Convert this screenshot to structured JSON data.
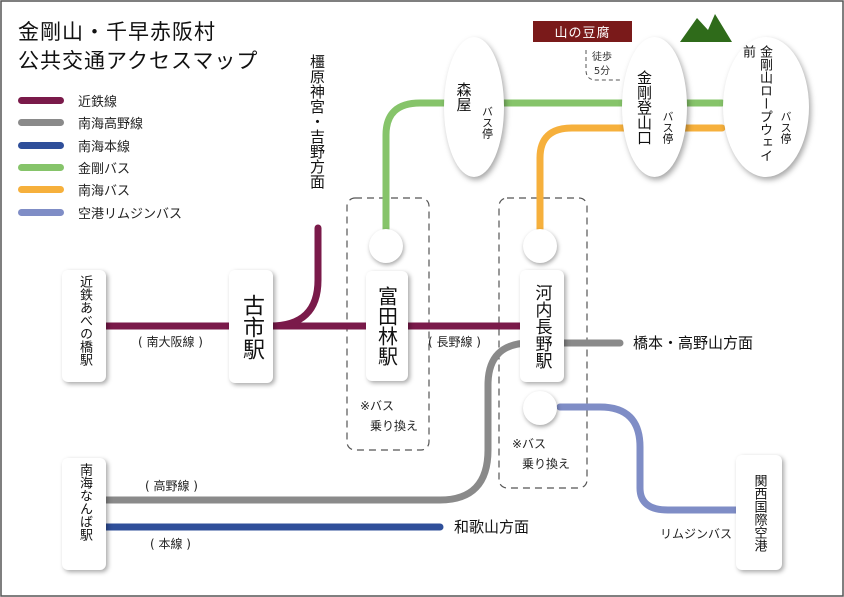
{
  "title": {
    "line1": "金剛山・千早赤阪村",
    "line2": "公共交通アクセスマップ"
  },
  "legend": [
    {
      "label": "近鉄線",
      "color": "#7a1a4a"
    },
    {
      "label": "南海高野線",
      "color": "#8a8a8a"
    },
    {
      "label": "南海本線",
      "color": "#2f4f9a"
    },
    {
      "label": "金剛バス",
      "color": "#86c46a"
    },
    {
      "label": "南海バス",
      "color": "#f6b03c"
    },
    {
      "label": "空港リムジンバス",
      "color": "#7f8dc6"
    }
  ],
  "stations": {
    "kintetsu_abeno": "近鉄あべの橋駅",
    "furuichi": "古市駅",
    "tondabayashi": "富田林駅",
    "kawachinagano": "河内長野駅",
    "nankai_namba": "南海なんば駅",
    "kansai_airport": "関西国際空港"
  },
  "bus_stops": {
    "moriya": {
      "name": "森屋",
      "sub": "バス停"
    },
    "kongo_tozanguchi": {
      "name": "金剛登山口",
      "sub": "バス停"
    },
    "kongo_ropeway": {
      "name": "金剛山ロープウェイ前",
      "sub": "バス停"
    }
  },
  "line_labels": {
    "minami_osaka": "( 南大阪線 )",
    "nagano": "( 長野線 )",
    "koya": "( 高野線 )",
    "honsen": "( 本線 )",
    "limousine": "リムジンバス"
  },
  "directions": {
    "kashihara": "橿原神宮・吉野方面",
    "hashimoto": "橋本・高野山方面",
    "wakayama": "和歌山方面"
  },
  "notes": {
    "tondabayashi_transfer": [
      "※バス",
      "乗り換え"
    ],
    "kawachinagano_transfer": [
      "※バス",
      "乗り換え"
    ]
  },
  "landmark": {
    "tofu": "山の豆腐",
    "walk": [
      "徒歩",
      "5分"
    ]
  }
}
